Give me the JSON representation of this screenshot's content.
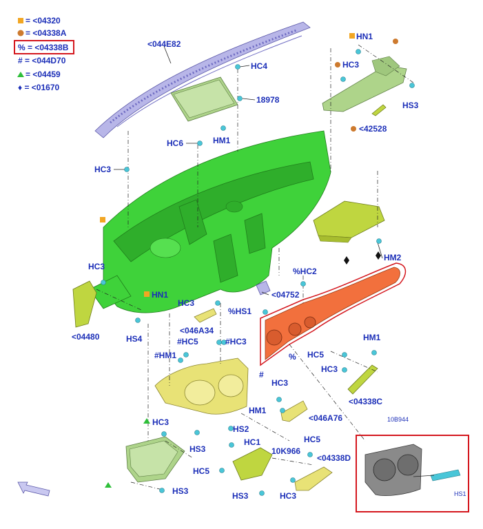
{
  "legend": [
    {
      "symbol": "square",
      "color": "#f2a623",
      "text": "= <04320"
    },
    {
      "symbol": "circle",
      "color": "#cd7a2e",
      "text": "= <04338A"
    },
    {
      "symbol": "percent",
      "color": "#111111",
      "text": "% = <04338B",
      "highlighted": true
    },
    {
      "symbol": "hash",
      "color": "#111111",
      "text": "# = <044D70"
    },
    {
      "symbol": "triangle",
      "color": "#2fbf3a",
      "text": "= <04459"
    },
    {
      "symbol": "diamond",
      "color": "#111111",
      "text": "♦ = <01670"
    }
  ],
  "callouts": {
    "c044e82": "<044E82",
    "hn1_top": "HN1",
    "hc3_topright": "HC3",
    "hs3_topright": "HS3",
    "c42528": "<42528",
    "hc4": "HC4",
    "c18978": "18978",
    "hc6": "HC6",
    "hm1_top": "HM1",
    "hc3_left": "HC3",
    "hm2": "HM2",
    "hc3_midleft": "HC3",
    "c04480": "<04480",
    "hn1_mid": "HN1",
    "hs4": "HS4",
    "hc2": "%HC2",
    "c04752": "<04752",
    "hc3_center": "HC3",
    "c046a34": "<046A34",
    "hs1_center": "%HS1",
    "hc5_center": "#HC5",
    "hc3_center2": "#HC3",
    "hm1_center": "#HM1",
    "hash_mark": "#",
    "hm1_right": "HM1",
    "hc5_right": "HC5",
    "hc3_right": "HC3",
    "c04338c": "<04338C",
    "percent_mark": "%",
    "hc3_lower": "HC3",
    "hm1_lower": "HM1",
    "c046a76": "<046A76",
    "hc3_bottomleft": "HC3",
    "hs3_bottomleft": "HS3",
    "hs2": "HS2",
    "hc1": "HC1",
    "c10k966": "10K966",
    "hc5_bottom": "HC5",
    "c04338d": "<04338D",
    "hc5_bottomleft": "HC5",
    "hs3_bottom": "HS3",
    "hc3_bottom": "HC3",
    "hs3_bottomleft2": "HS3",
    "c10b944": "10B944",
    "hs1_box": "HS1"
  }
}
